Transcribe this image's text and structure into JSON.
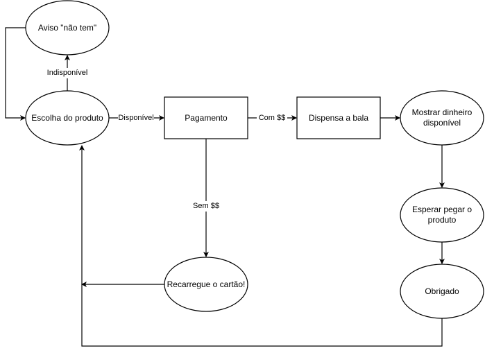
{
  "nodes": {
    "aviso": "Aviso \"não tem\"",
    "escolha": "Escolha do produto",
    "pagamento": "Pagamento",
    "dispensa": "Dispensa a bala",
    "mostrar": "Mostrar dinheiro disponível",
    "esperar": "Esperar pegar o produto",
    "obrigado": "Obrigado",
    "recarregue": "Recarregue o cartão!"
  },
  "edges": {
    "indisponivel": "Indisponível",
    "disponivel": "Disponível",
    "com": "Com $$",
    "sem": "Sem $$"
  }
}
